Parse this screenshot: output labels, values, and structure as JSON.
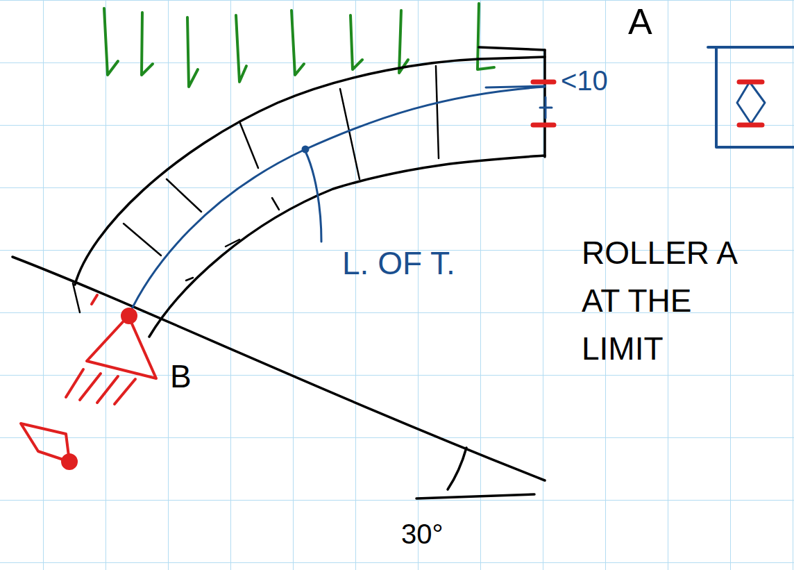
{
  "diagram": {
    "labels": [
      "A",
      "<10",
      "L. OF T.",
      "B",
      "ROLLER A AT THE LIMIT",
      "30°"
    ]
  }
}
